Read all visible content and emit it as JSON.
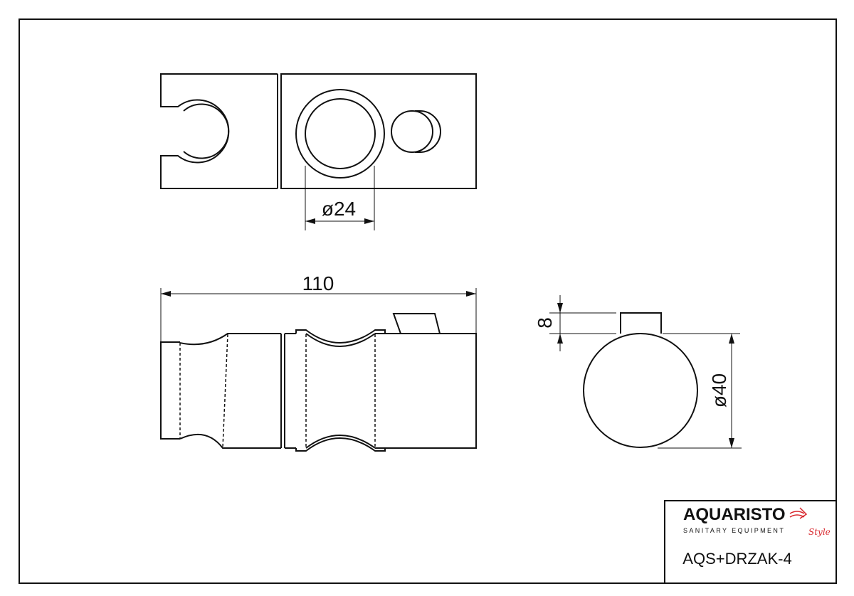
{
  "drawing": {
    "top_view": {
      "diameter_label": "ø24"
    },
    "side_view": {
      "length_label": "110"
    },
    "end_view": {
      "button_height_label": "8",
      "diameter_label": "ø40"
    }
  },
  "title_block": {
    "logo_main": "AQUARISTO",
    "logo_sub": "SANITARY EQUIPMENT",
    "logo_script": "Style",
    "part_code": "AQS+DRZAK-4"
  },
  "colors": {
    "line": "#111111",
    "accent": "#d8262c"
  }
}
